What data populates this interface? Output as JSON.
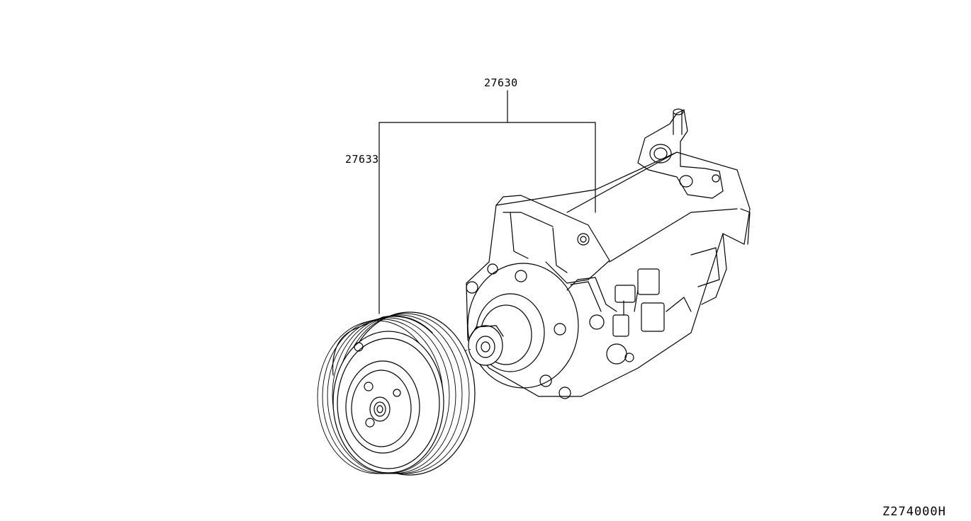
{
  "callouts": {
    "assembly": "27630",
    "pulley": "27633"
  },
  "diagram_code": "Z274000H",
  "parts": {
    "compressor_icon": "ac-compressor-icon",
    "pulley_icon": "clutch-pulley-icon"
  }
}
